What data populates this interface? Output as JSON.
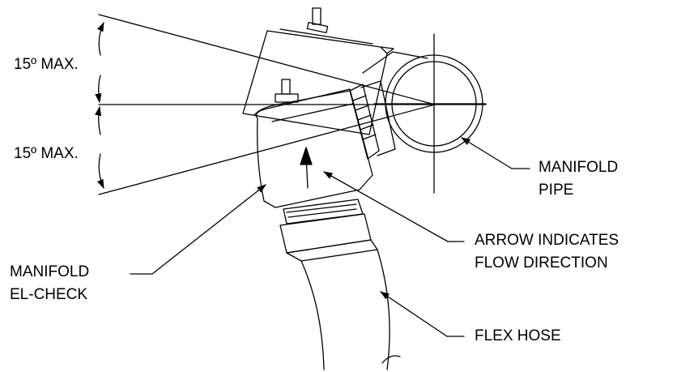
{
  "labels": {
    "angle_upper": "15º MAX.",
    "angle_lower": "15º MAX.",
    "manifold_pipe_line1": "MANIFOLD",
    "manifold_pipe_line2": "PIPE",
    "arrow_line1": "ARROW INDICATES",
    "arrow_line2": "FLOW DIRECTION",
    "el_check_line1": "MANIFOLD",
    "el_check_line2": "EL-CHECK",
    "flex_hose": "FLEX HOSE"
  },
  "colors": {
    "line": "#000000",
    "background": "#ffffff"
  }
}
